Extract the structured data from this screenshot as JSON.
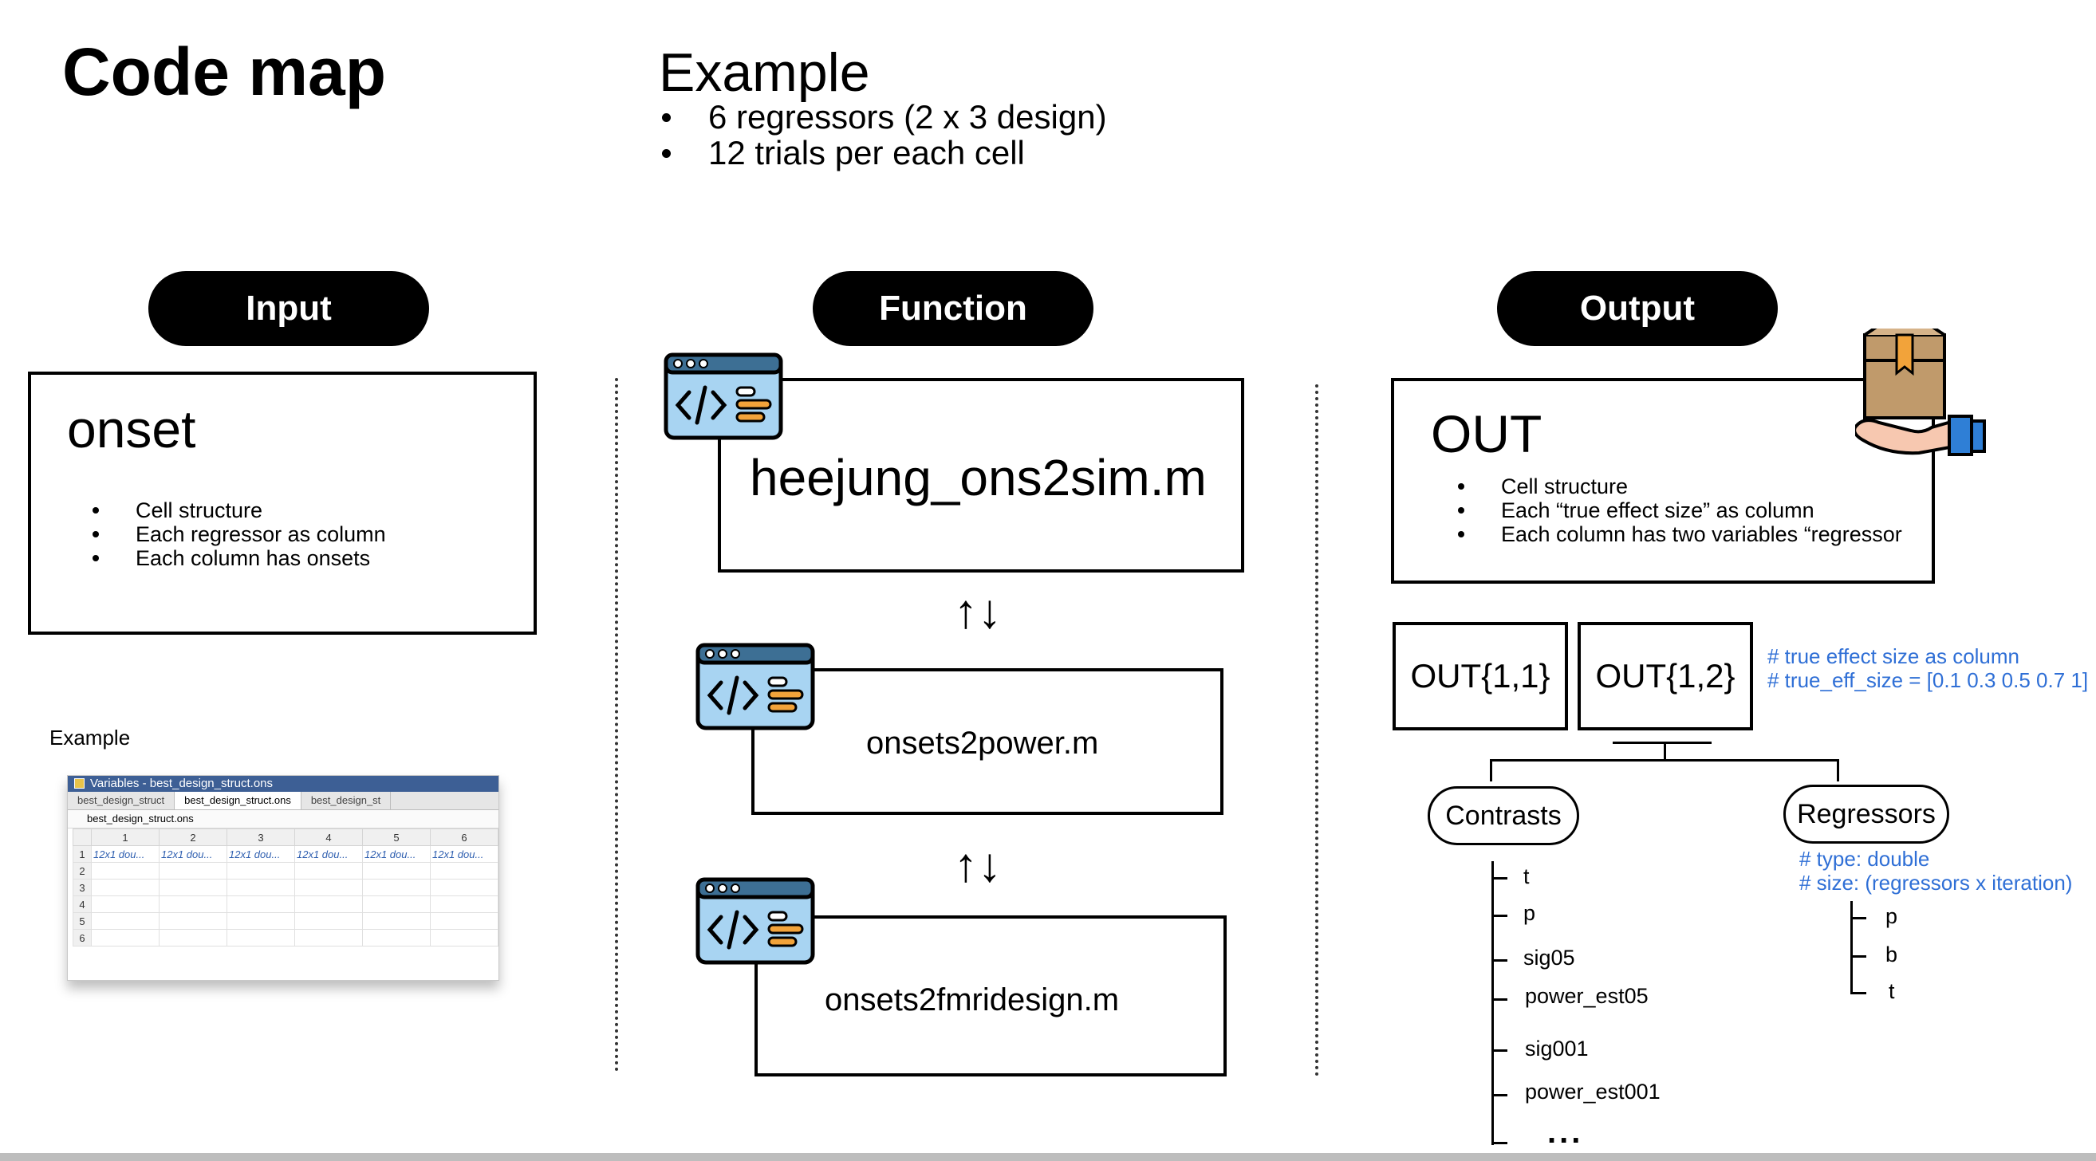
{
  "title": "Code map",
  "example": {
    "heading": "Example",
    "bullets": [
      "6 regressors (2 x 3 design)",
      "12 trials per each cell"
    ]
  },
  "columns": {
    "input": "Input",
    "function": "Function",
    "output": "Output"
  },
  "input_box": {
    "name": "onset",
    "bullets": [
      "Cell structure",
      "Each regressor as column",
      "Each column has onsets"
    ]
  },
  "input_example": {
    "label": "Example",
    "window_title": "Variables - best_design_struct.ons",
    "tabs": [
      "best_design_struct",
      "best_design_struct.ons",
      "best_design_st"
    ],
    "variable": "best_design_struct.ons",
    "col_headers": [
      "1",
      "2",
      "3",
      "4",
      "5",
      "6"
    ],
    "row_headers": [
      "1",
      "2",
      "3",
      "4",
      "5",
      "6"
    ],
    "first_row_cells": [
      "12x1 dou...",
      "12x1 dou...",
      "12x1 dou...",
      "12x1 dou...",
      "12x1 dou...",
      "12x1 dou..."
    ]
  },
  "functions": {
    "main": "heejung_ons2sim.m",
    "second": "onsets2power.m",
    "third": "onsets2fmridesign.m",
    "arrow_up": "↑",
    "arrow_down": "↓"
  },
  "output_box": {
    "name": "OUT",
    "bullets": [
      "Cell structure",
      "Each “true effect size” as column",
      "Each column has two variables “regressor"
    ]
  },
  "out_cells": [
    "OUT{1,1}",
    "OUT{1,2}"
  ],
  "out_comments": [
    "# true effect size as column",
    "# true_eff_size = [0.1 0.3 0.5 0.7 1]"
  ],
  "contrasts": {
    "label": "Contrasts",
    "items": [
      "t",
      "p",
      "sig05",
      "power_est05",
      "sig001",
      "power_est001"
    ],
    "more": "..."
  },
  "regressors": {
    "label": "Regressors",
    "comments": [
      "# type: double",
      "# size: (regressors x iteration)"
    ],
    "items": [
      "p",
      "b",
      "t"
    ]
  },
  "icon_colors": {
    "code_window_fill": "#a8d4f2",
    "code_window_bar": "#3d6f94",
    "accent": "#f2a33a",
    "box": "#c09a6b",
    "hand_cuff": "#2f7fd6",
    "hand_skin": "#f7c8b0"
  }
}
